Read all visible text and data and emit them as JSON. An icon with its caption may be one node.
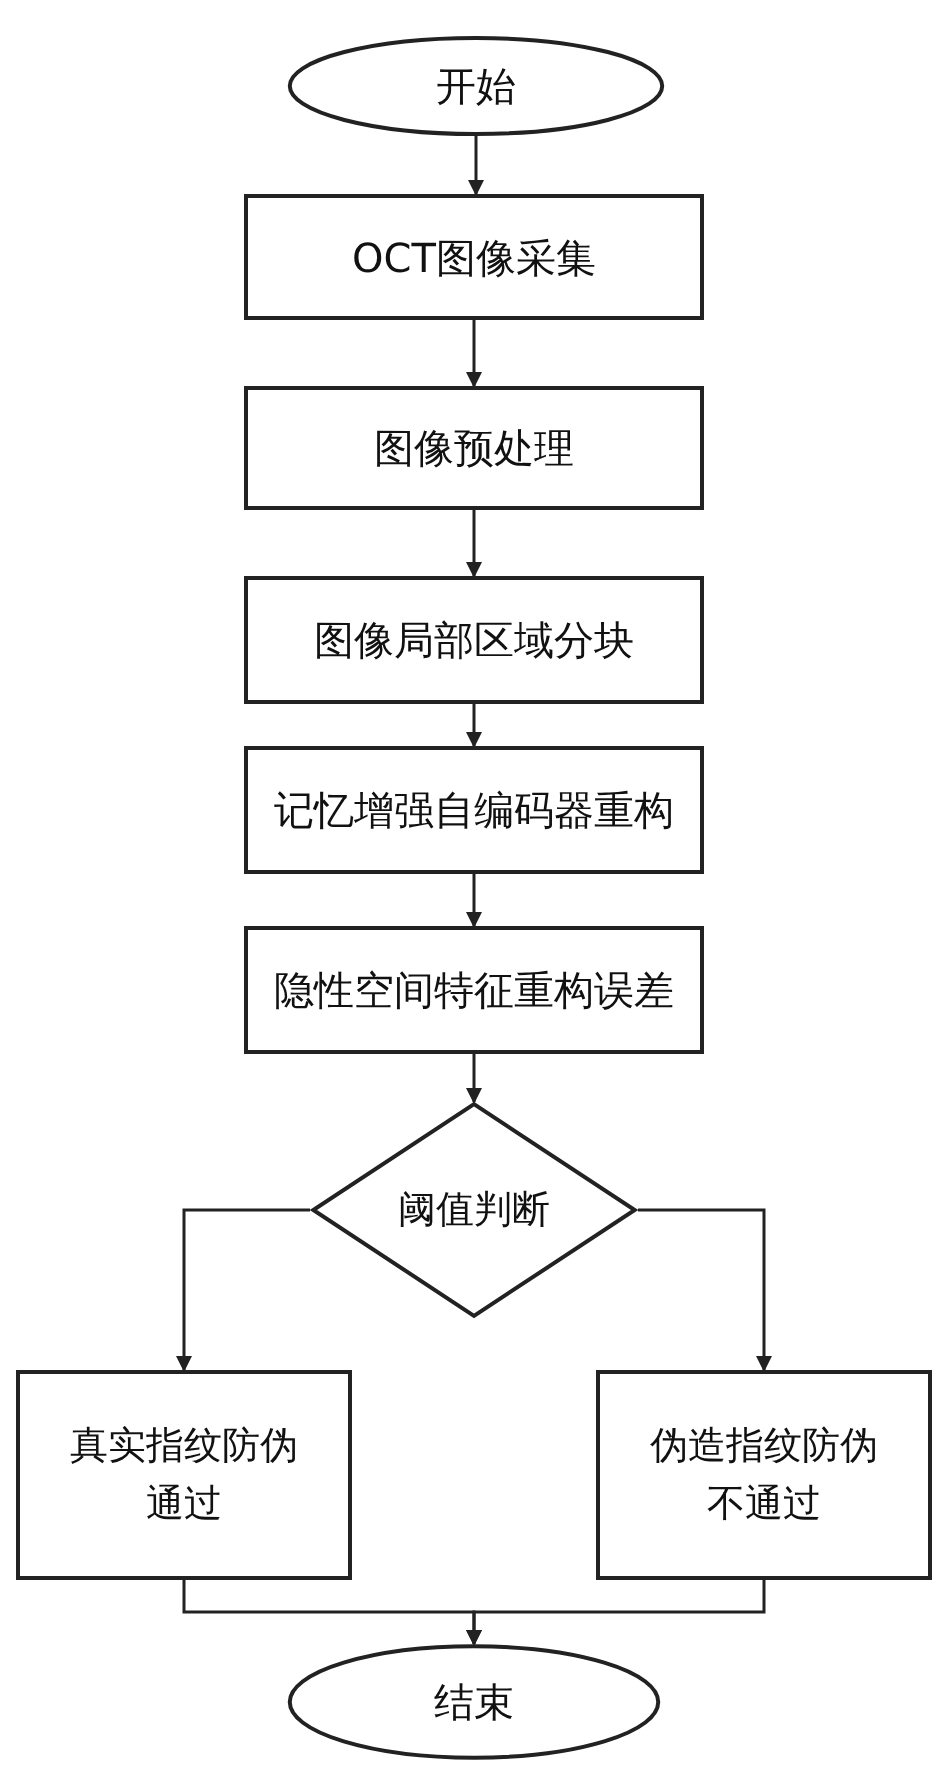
{
  "diagram": {
    "nodes": [
      {
        "text": [
          "开始"
        ]
      },
      {
        "text": [
          "OCT图像采集"
        ]
      },
      {
        "text": [
          "图像预处理"
        ]
      },
      {
        "text": [
          "图像局部区域分块"
        ]
      },
      {
        "text": [
          "记忆增强自编码器重构"
        ]
      },
      {
        "text": [
          "隐性空间特征重构误差"
        ]
      },
      {
        "text": [
          "阈值判断"
        ]
      },
      {
        "text": [
          "真实指纹防伪通过"
        ]
      },
      {
        "text": [
          "伪造指纹防伪不通过"
        ]
      },
      {
        "text": [
          "结束"
        ]
      }
    ],
    "edges": [
      {
        "from": 0,
        "to": 1,
        "arrow": "to"
      },
      {
        "from": 1,
        "to": 2,
        "arrow": "to"
      },
      {
        "from": 2,
        "to": 3,
        "arrow": "to"
      },
      {
        "from": 3,
        "to": 4,
        "arrow": "to"
      },
      {
        "from": 4,
        "to": 5,
        "arrow": "to"
      },
      {
        "from": 5,
        "to": 6,
        "arrow": "to"
      },
      {
        "from": 6,
        "to": 7,
        "arrow": "to"
      },
      {
        "from": 6,
        "to": 8,
        "arrow": "to"
      },
      {
        "from": 7,
        "to": 9,
        "arrow": "to"
      },
      {
        "from": 8,
        "to": 9,
        "arrow": "to"
      }
    ]
  }
}
